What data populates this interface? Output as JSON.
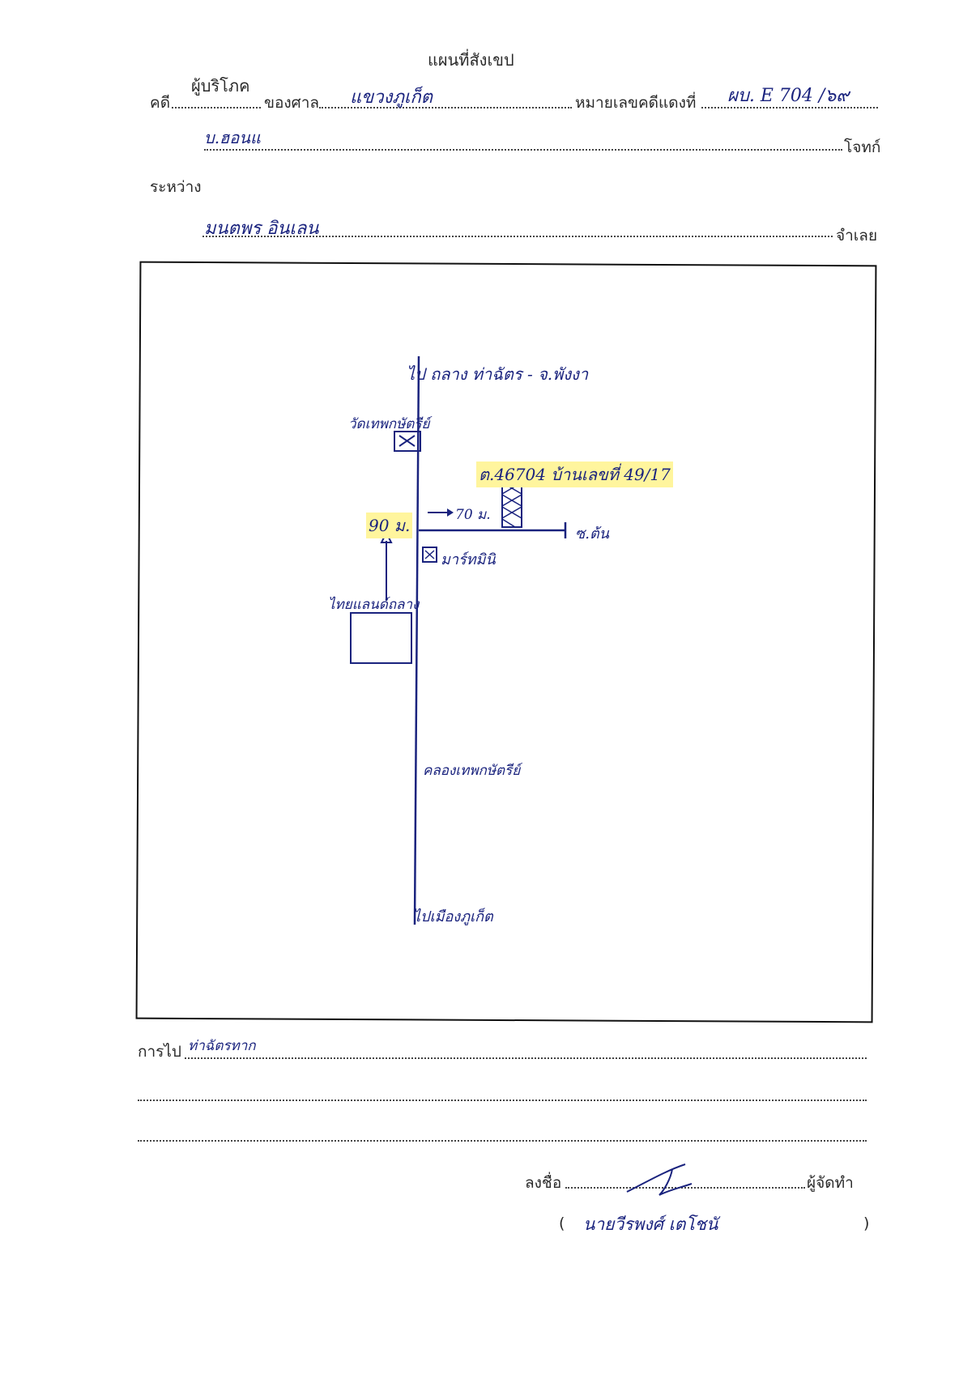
{
  "title": "แผนที่สังเขป",
  "header": {
    "case_label": "คดี",
    "case_type": "ผู้บริโภค",
    "court_label": "ของศาล",
    "court_name": "แขวงภูเก็ต",
    "red_no_label": "หมายเลขคดีแดงที่",
    "red_no_value": "ผบ. E 704 /๖๙",
    "plaintiff_name": "บ.ฮอนแ",
    "plaintiff_label": "โจทก์",
    "between_label": "ระหว่าง",
    "defendant_name": "มนตพร อินเลน",
    "defendant_label": "จำเลย"
  },
  "map": {
    "main_road": "ไป ถลาง ท่าฉัตร - จ.พังงา",
    "temple": "วัดเทพกษัตรีย์",
    "plot_label": "ต.46704 บ้านเลขที่ 49/17",
    "distance_main": "90 ม.",
    "distance_soi": "70 ม.",
    "soi_name": "ซ.ต้น",
    "shop": "มาร์ทมินิ",
    "market": "ไทยแลนด์ถลาง",
    "canal": "คลองเทพกษัตรีย์",
    "bottom_road": "ไปเมืองภูเก็ต",
    "colors": {
      "ink": "#1a237e",
      "highlight": "#fff59d",
      "frame": "#111111"
    }
  },
  "footer": {
    "directions_label": "การไป",
    "directions_value": "ท่าฉัตรทาก",
    "sign_label": "ลงชื่อ",
    "maker_label": "ผู้จัดทำ",
    "maker_name": "นายวีรพงศ์ เตโชนั"
  }
}
